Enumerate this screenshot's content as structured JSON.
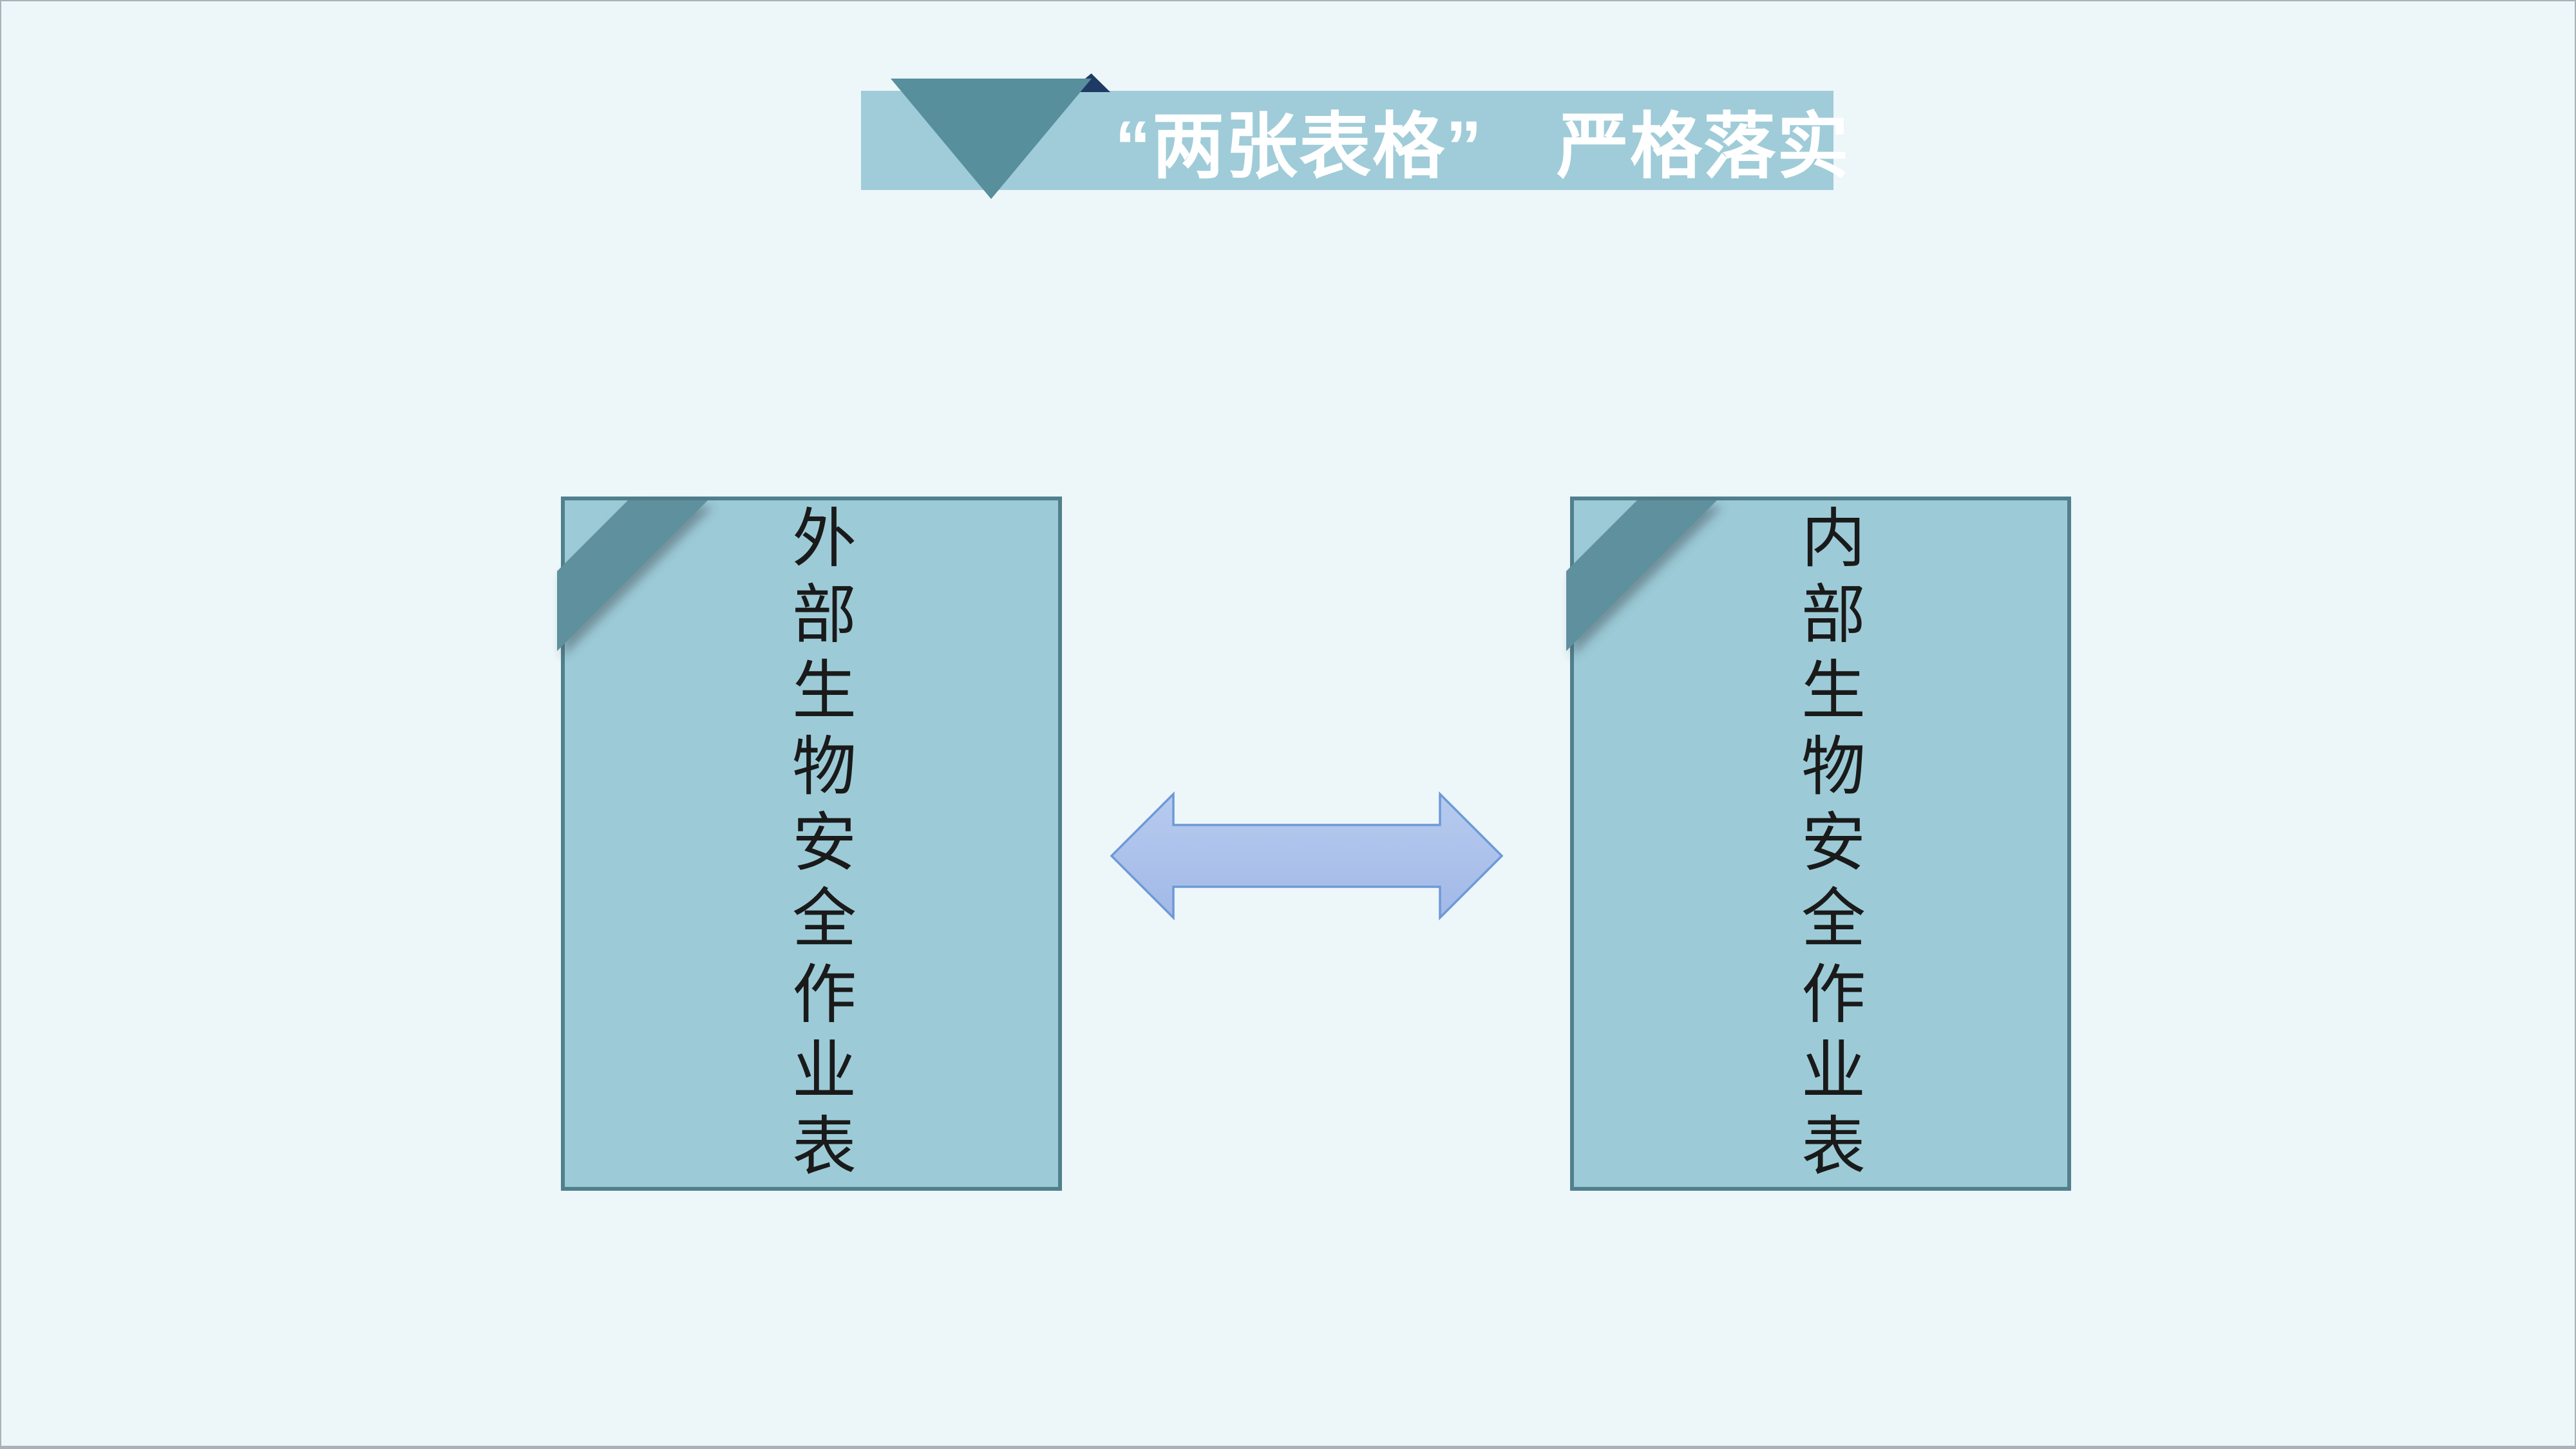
{
  "page": {
    "background": "#EDF6F9",
    "frame_border": "#A9B2BA"
  },
  "banner": {
    "title": "“两张表格”　严格落实",
    "fill": "#9FCCD8",
    "text_color": "#FFFFFF",
    "triangle_color": "#578F9D",
    "accent_color": "#1F3A64"
  },
  "boxes": [
    {
      "id": "external",
      "text": "外部生物安全作业表",
      "fill": "#9CCBD7",
      "border_color": "#51808D",
      "ribbon_color": "#5E909E",
      "text_color": "#1A1A1A"
    },
    {
      "id": "internal",
      "text": "内部生物安全作业表",
      "fill": "#9CCBD7",
      "border_color": "#51808D",
      "ribbon_color": "#5E909E",
      "text_color": "#1A1A1A"
    }
  ],
  "arrow": {
    "direction": "double-horizontal",
    "fill_top": "#B7CBEF",
    "fill_bottom": "#A2B9E7",
    "stroke": "#6D9AD7"
  }
}
